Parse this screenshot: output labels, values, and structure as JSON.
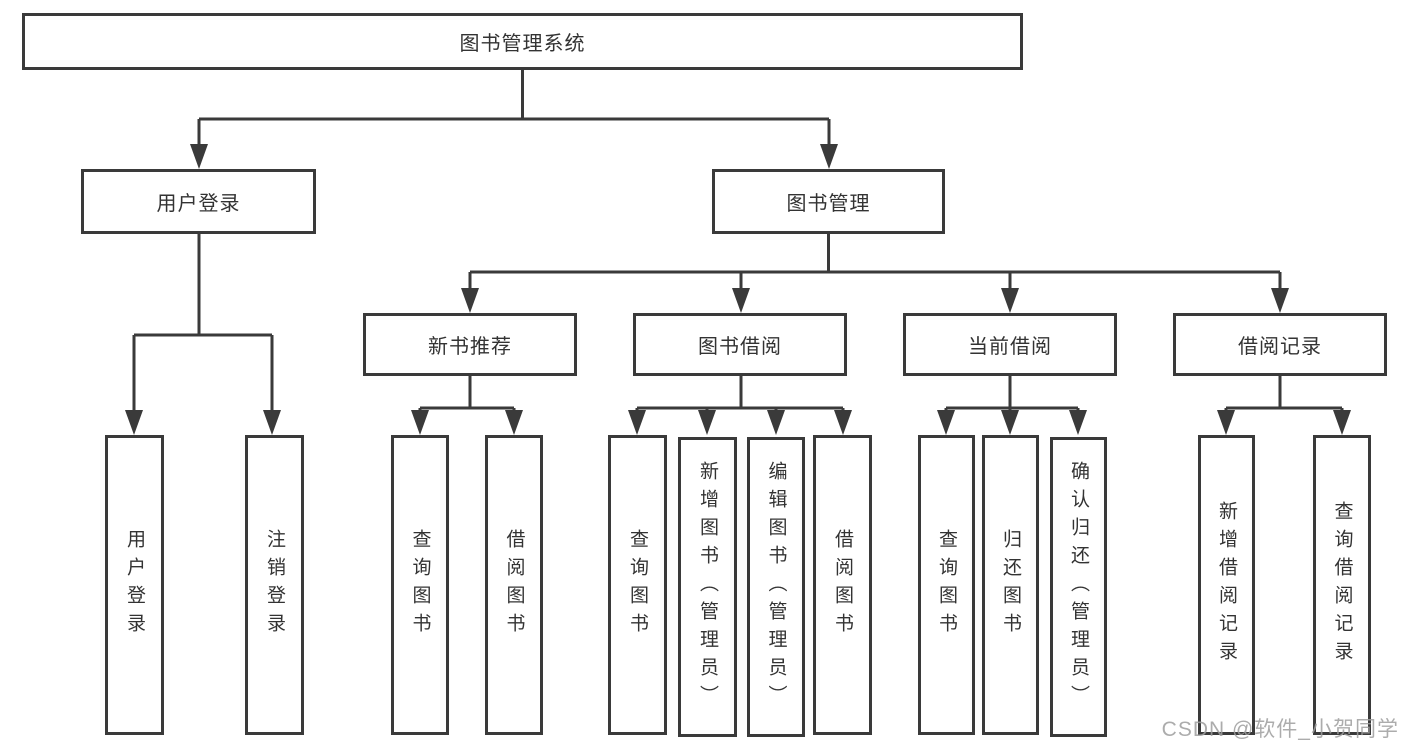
{
  "diagram": {
    "root": {
      "label": "图书管理系统"
    },
    "level2": {
      "user_login": {
        "label": "用户登录"
      },
      "book_mgmt": {
        "label": "图书管理"
      }
    },
    "level3": {
      "new_rec": {
        "label": "新书推荐"
      },
      "borrow": {
        "label": "图书借阅"
      },
      "current": {
        "label": "当前借阅"
      },
      "record": {
        "label": "借阅记录"
      }
    },
    "leaves": {
      "login": {
        "label": "用户登录"
      },
      "logout": {
        "label": "注销登录"
      },
      "rec_query": {
        "label": "查询图书"
      },
      "rec_borrow": {
        "label": "借阅图书"
      },
      "b_query": {
        "label": "查询图书"
      },
      "b_add": {
        "label": "新增图书（管理员）"
      },
      "b_edit": {
        "label": "编辑图书（管理员）"
      },
      "b_borrow": {
        "label": "借阅图书"
      },
      "c_query": {
        "label": "查询图书"
      },
      "c_return": {
        "label": "归还图书"
      },
      "c_confirm": {
        "label": "确认归还（管理员）"
      },
      "r_add": {
        "label": "新增借阅记录"
      },
      "r_query": {
        "label": "查询借阅记录"
      }
    },
    "watermark": "CSDN @软件_小贺同学",
    "colors": {
      "line": "#3a3a3a",
      "text": "#333333",
      "box_background": "#ffffff",
      "watermark": "#9e9e9e"
    }
  }
}
